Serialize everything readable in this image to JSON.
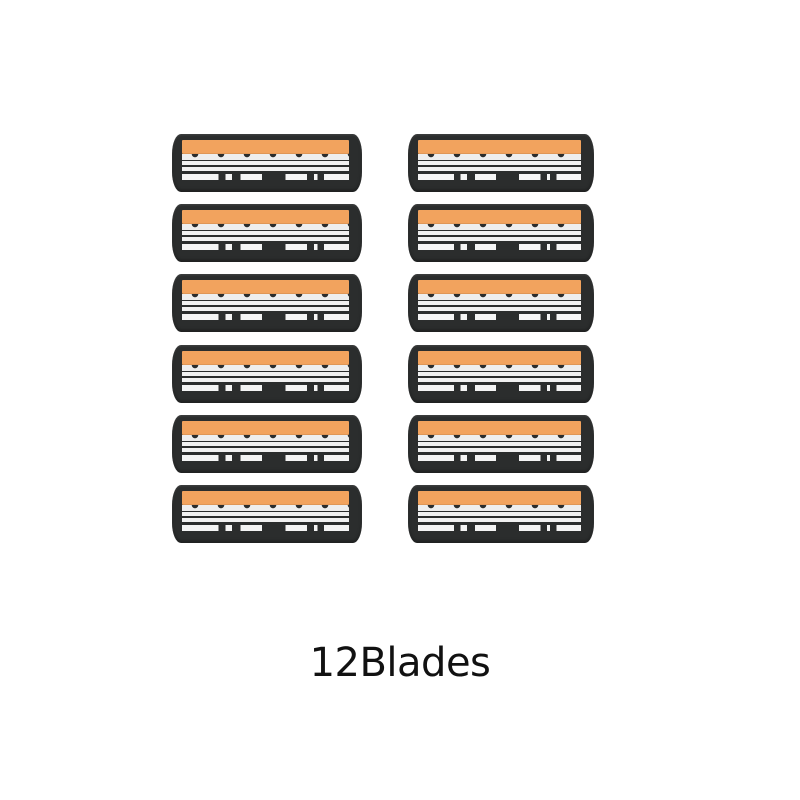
{
  "product": {
    "caption": "12Blades",
    "count": 12,
    "layout": {
      "columns": 2,
      "rows": 6
    },
    "colors": {
      "background": "#ffffff",
      "cartridge_body": "#2b2d2d",
      "lubricating_strip": "#f2a35e",
      "blades": "#f1f1f1",
      "caption_text": "#111111"
    }
  },
  "cartridges": [
    {
      "row": 1,
      "col": 1
    },
    {
      "row": 1,
      "col": 2
    },
    {
      "row": 2,
      "col": 1
    },
    {
      "row": 2,
      "col": 2
    },
    {
      "row": 3,
      "col": 1
    },
    {
      "row": 3,
      "col": 2
    },
    {
      "row": 4,
      "col": 1
    },
    {
      "row": 4,
      "col": 2
    },
    {
      "row": 5,
      "col": 1
    },
    {
      "row": 5,
      "col": 2
    },
    {
      "row": 6,
      "col": 1
    },
    {
      "row": 6,
      "col": 2
    }
  ]
}
